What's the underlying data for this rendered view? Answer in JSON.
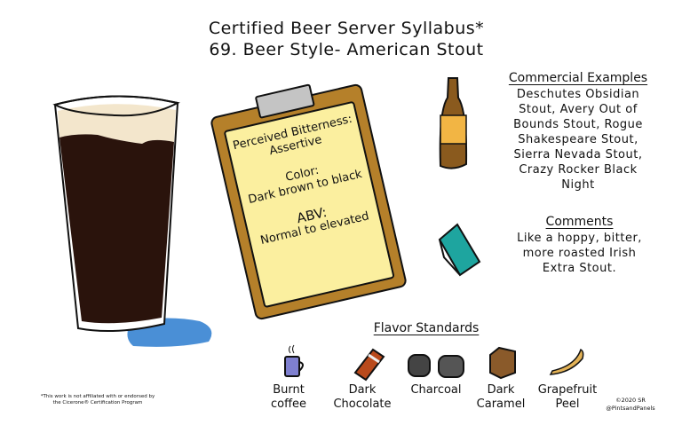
{
  "title": {
    "line1": "Certified Beer Server Syllabus*",
    "line2": "69. Beer Style- American Stout"
  },
  "clipboard": {
    "bitterness_label": "Perceived Bitterness:",
    "bitterness_value": "Assertive",
    "color_label": "Color:",
    "color_value": "Dark brown to black",
    "abv_label": "ABV:",
    "abv_value": "Normal to elevated"
  },
  "commercial_examples": {
    "heading": "Commercial Examples",
    "text": "Deschutes Obsidian Stout, Avery Out of Bounds Stout, Rogue Shakespeare Stout, Sierra Nevada Stout, Crazy Rocker Black Night"
  },
  "comments": {
    "heading": "Comments",
    "text": "Like a hoppy, bitter, more roasted Irish Extra Stout."
  },
  "flavor_standards": {
    "heading": "Flavor Standards",
    "items": [
      {
        "label_1": "Burnt",
        "label_2": "coffee",
        "icon": "coffee-mug-icon"
      },
      {
        "label_1": "Dark",
        "label_2": "Chocolate",
        "icon": "chocolate-bar-icon"
      },
      {
        "label_1": "Charcoal",
        "label_2": "",
        "icon": "charcoal-icon"
      },
      {
        "label_1": "Dark",
        "label_2": "Caramel",
        "icon": "caramel-cube-icon"
      },
      {
        "label_1": "Grapefruit",
        "label_2": "Peel",
        "icon": "peel-icon"
      }
    ]
  },
  "footer": {
    "disclaimer_1": "*This work is not affiliated with or endorsed by",
    "disclaimer_2": "the Cicerone® Certification Program",
    "copyright": "©2020 SR",
    "handle": "@PintsandPanels"
  },
  "colors": {
    "stout": "#2a130c",
    "foam": "#f3e6cc",
    "spill": "#4a8fd6",
    "clipboard": "#b5802a",
    "paper": "#fbef9f",
    "bottle": "#8a5a1e",
    "label": "#f2b544",
    "book": "#1ea59f"
  }
}
